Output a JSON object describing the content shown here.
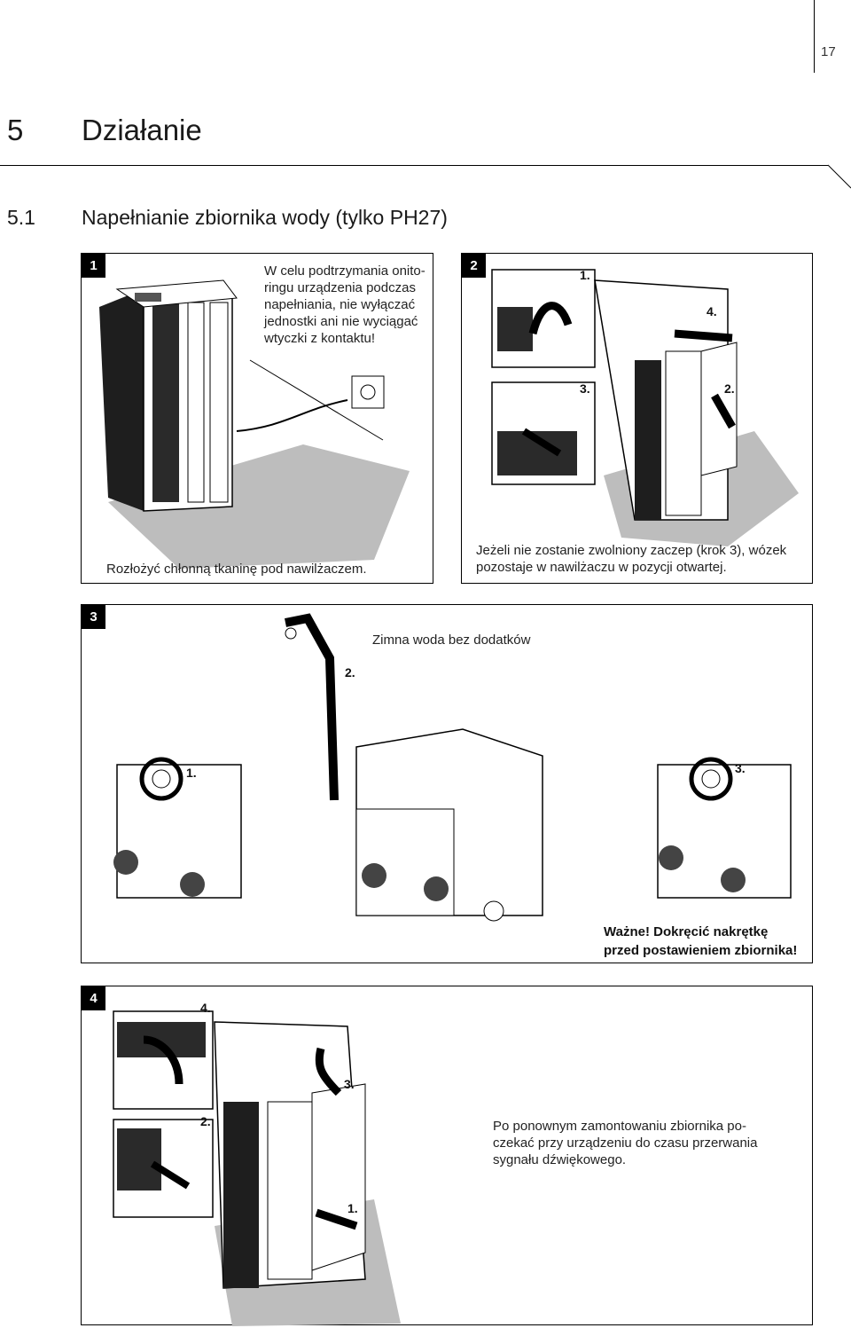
{
  "page": {
    "number": "17"
  },
  "section": {
    "number": "5",
    "title": "Działanie"
  },
  "subsection": {
    "number": "5.1",
    "title": "Napełnianie zbiornika wody (tylko PH27)"
  },
  "panels": [
    {
      "badge": "1",
      "note_lines": [
        "W celu podtrzymania onito-",
        "ringu urządzenia podczas",
        "napełniania, nie wyłączać",
        "jednostki ani nie wyciągać",
        "wtyczki z kontaktu!"
      ],
      "caption": "Rozłożyć chłonną tkaninę pod nawilżaczem."
    },
    {
      "badge": "2",
      "steps": [
        "1.",
        "4.",
        "3.",
        "2."
      ],
      "caption_lines": [
        "Jeżeli nie zostanie zwolniony zaczep (krok 3), wózek",
        "pozostaje w nawilżaczu w pozycji otwartej."
      ]
    },
    {
      "badge": "3",
      "label": "Zimna woda bez dodatków",
      "steps": [
        "2.",
        "1.",
        "3."
      ],
      "important_lines": [
        "Ważne! Dokręcić nakrętkę",
        "przed postawieniem zbiornika!"
      ]
    },
    {
      "badge": "4",
      "steps": [
        "4.",
        "3.",
        "2.",
        "1."
      ],
      "note_lines": [
        "Po ponownym zamontowaniu zbiornika po-",
        "czekać przy urządzeniu do czasu przerwania",
        "sygnału dźwiękowego."
      ]
    }
  ]
}
